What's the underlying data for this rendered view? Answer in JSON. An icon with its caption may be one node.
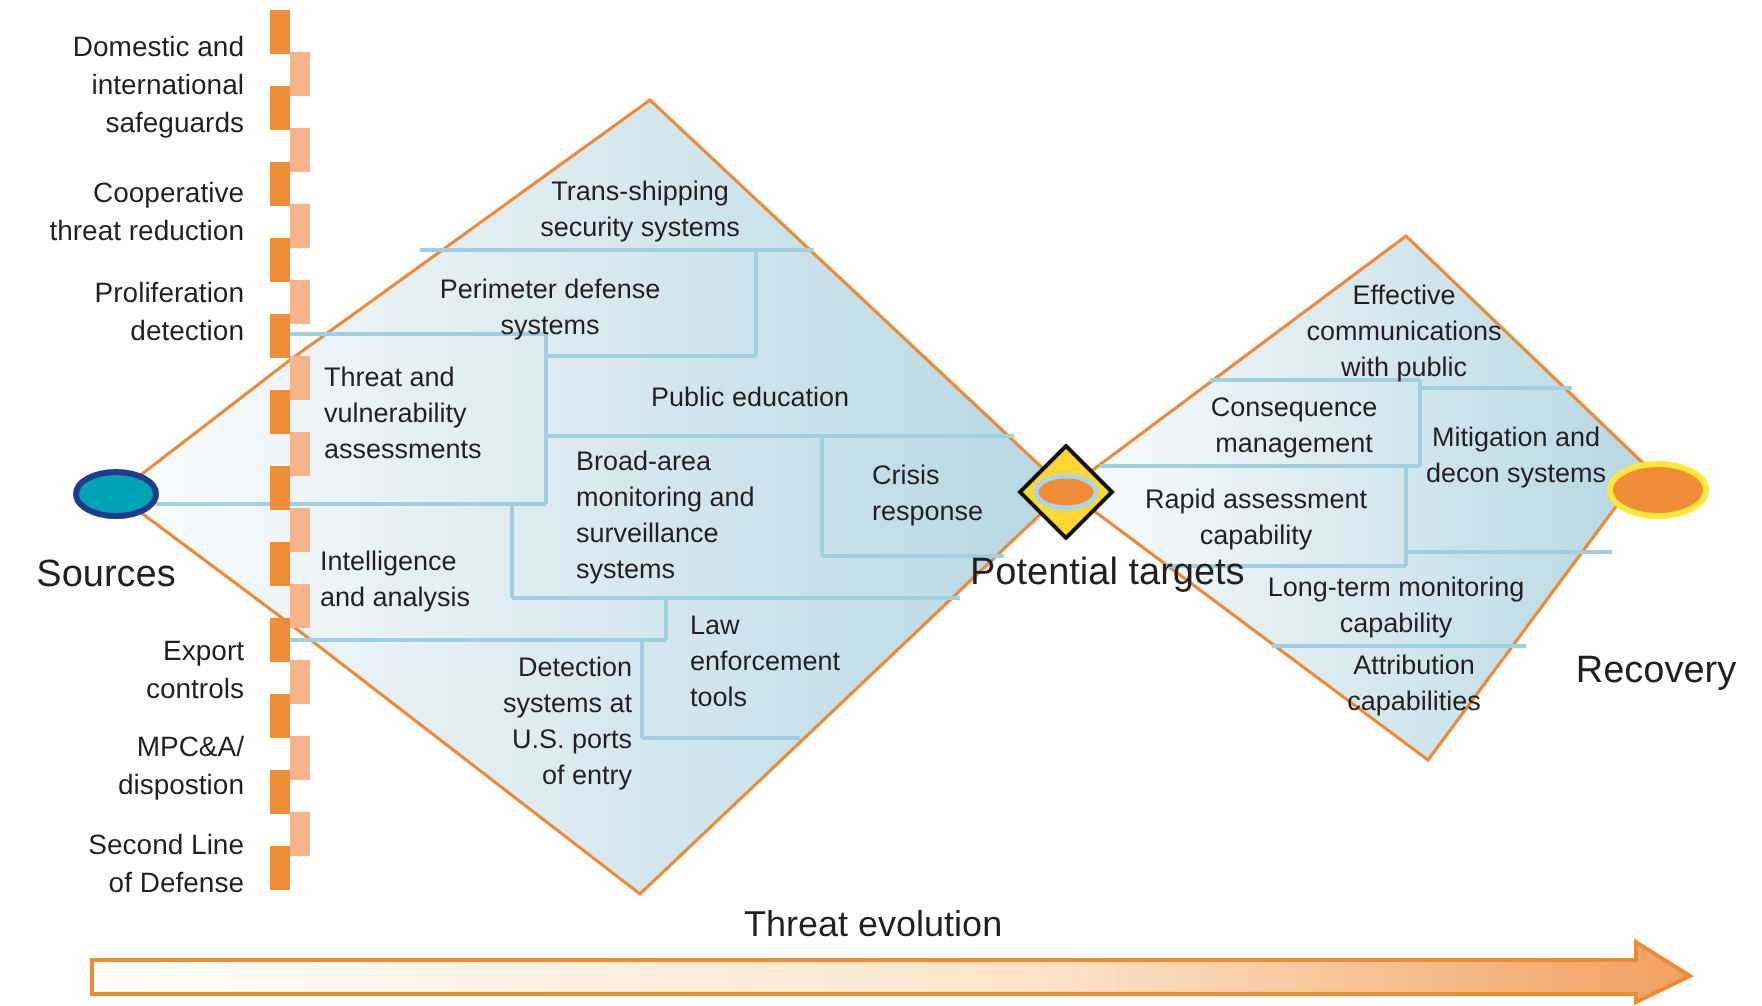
{
  "diagram": {
    "nodes": [
      {
        "text": [
          "Sources"
        ]
      },
      {
        "text": [],
        "shape": "diamond"
      },
      {
        "text": [
          "Trans-shipping security systems"
        ],
        "in": 1
      },
      {
        "text": [
          "Perimeter defense systems"
        ],
        "in": 1
      },
      {
        "text": [
          "Threat and vulnerability assessments"
        ],
        "in": 1
      },
      {
        "text": [
          "Public education"
        ],
        "in": 1
      },
      {
        "text": [
          "Broad-area monitoring and surveillance systems"
        ],
        "in": 1
      },
      {
        "text": [
          "Crisis response"
        ],
        "in": 1
      },
      {
        "text": [
          "Intelligence and analysis"
        ],
        "in": 1
      },
      {
        "text": [
          "Law enforcement tools"
        ],
        "in": 1
      },
      {
        "text": [
          "Detection systems at U.S. ports of entry"
        ],
        "in": 1
      },
      {
        "text": [
          "Potential targets"
        ]
      },
      {
        "text": [],
        "shape": "diamond"
      },
      {
        "text": [
          "Effective communications with public"
        ],
        "in": 12
      },
      {
        "text": [
          "Consequence management"
        ],
        "in": 12
      },
      {
        "text": [
          "Mitigation and decon systems"
        ],
        "in": 12
      },
      {
        "text": [
          "Rapid assessment capability"
        ],
        "in": 12
      },
      {
        "text": [
          "Long-term monitoring capability"
        ],
        "in": 12
      },
      {
        "text": [
          "Attribution capabilities"
        ],
        "in": 12
      },
      {
        "text": [
          "Recovery"
        ]
      }
    ],
    "labels": [
      "Domestic and international safeguards",
      "Cooperative threat reduction",
      "Proliferation detection",
      "Export controls",
      "MPC&A/ dispostion",
      "Second Line of Defense",
      "Threat evolution"
    ]
  }
}
